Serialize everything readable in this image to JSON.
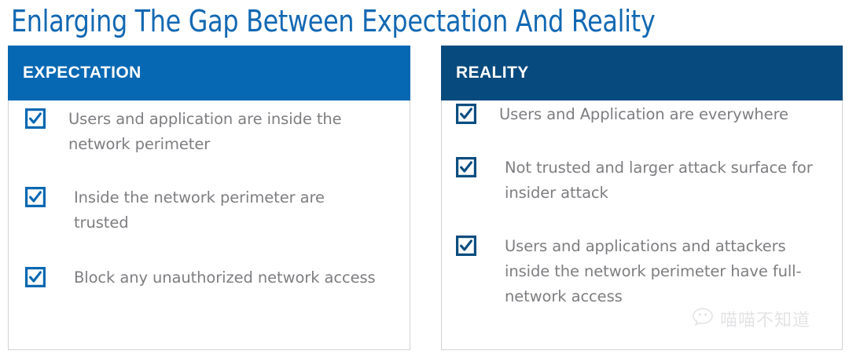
{
  "slide": {
    "title": "Enlarging The Gap Between Expectation And Reality",
    "title_color": "#1268B3",
    "background": "#ffffff"
  },
  "columns": [
    {
      "id": "expectation",
      "header_label": "EXPECTATION",
      "header_color": "#0668B3",
      "check_color": "#0668B3",
      "text_color": "#7e7e82",
      "items": [
        {
          "icon": "checkbox-checked-icon",
          "text": "Users and application are inside the network perimeter"
        },
        {
          "icon": "checkbox-checked-icon",
          "text": "Inside the network perimeter are trusted"
        },
        {
          "icon": "checkbox-checked-icon",
          "text": "Block any unauthorized network access"
        }
      ]
    },
    {
      "id": "reality",
      "header_label": "REALITY",
      "header_color": "#064A7E",
      "check_color": "#0A4D80",
      "text_color": "#7e7e82",
      "items": [
        {
          "icon": "checkbox-checked-icon",
          "text": "Users and Application are everywhere"
        },
        {
          "icon": "checkbox-checked-icon",
          "text": "Not trusted and larger attack surface for insider attack"
        },
        {
          "icon": "checkbox-checked-icon",
          "text": "Users and applications and attackers inside the network perimeter have full-network access"
        }
      ]
    }
  ],
  "watermark": {
    "icon": "wechat-speech-bubble-icon",
    "text": "喵喵不知道",
    "color": "#c9c9cd"
  }
}
